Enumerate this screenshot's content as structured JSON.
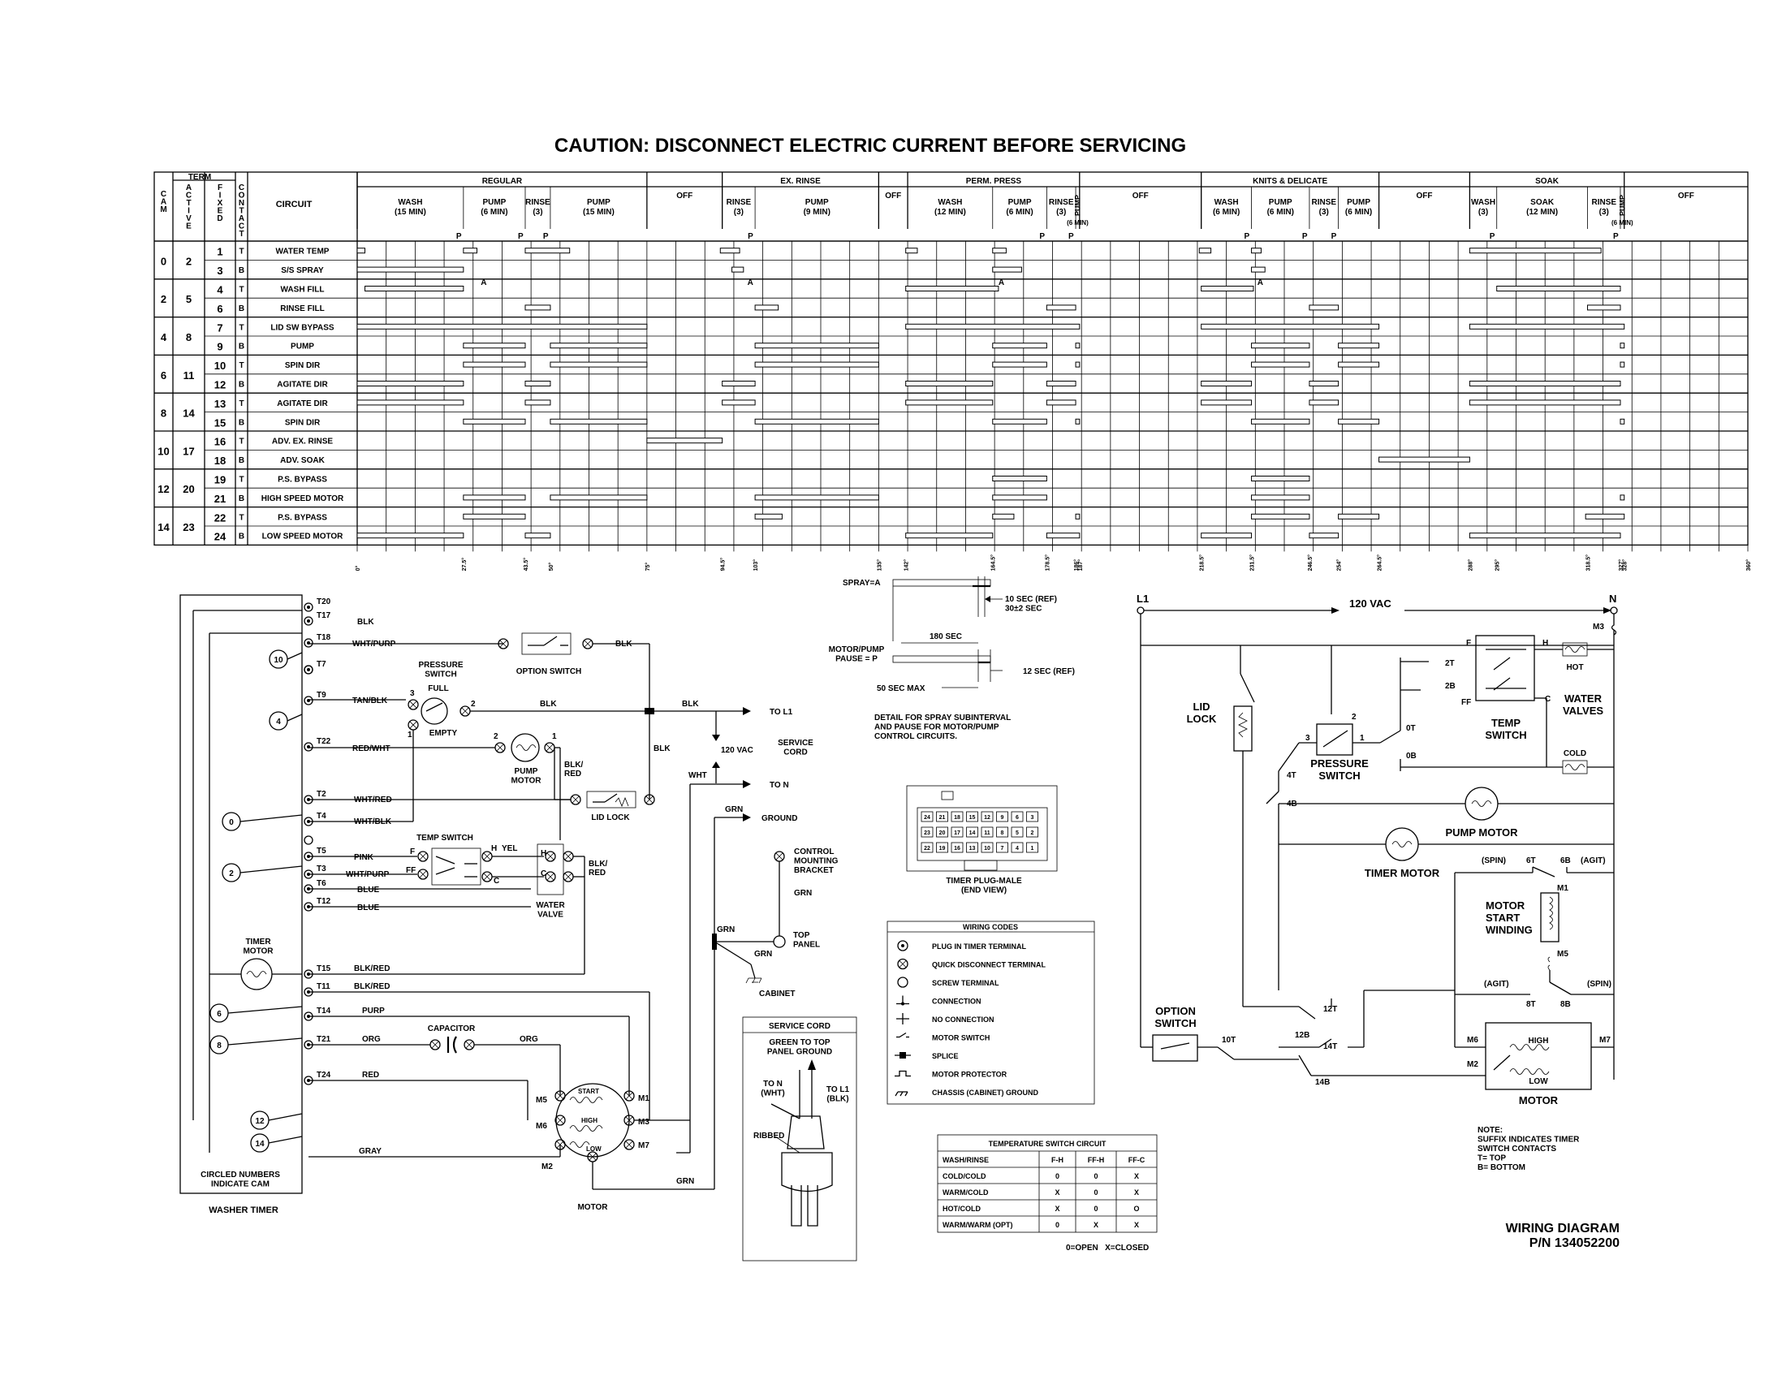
{
  "title": "CAUTION: DISCONNECT ELECTRIC CURRENT BEFORE SERVICING",
  "chart": {
    "hdr": {
      "cam": "CAM",
      "term": "TERM",
      "active": "ACTIVE",
      "fixed": "FIXED",
      "contact": "CONTACT",
      "circuit": "CIRCUIT"
    },
    "cycles": [
      {
        "label": "REGULAR"
      },
      {
        "label": "OFF"
      },
      {
        "label": "EX. RINSE"
      },
      {
        "label": "OFF"
      },
      {
        "label": "PERM. PRESS"
      },
      {
        "label": "OFF"
      },
      {
        "label": "KNITS & DELICATE"
      },
      {
        "label": "OFF"
      },
      {
        "label": "SOAK"
      },
      {
        "label": "OFF"
      }
    ],
    "phases": [
      {
        "l1": "WASH",
        "l2": "(15 MIN)"
      },
      {
        "l1": "PUMP",
        "l2": "(6 MIN)"
      },
      {
        "l1": "RINSE",
        "l2": "(3)"
      },
      {
        "l1": "PUMP",
        "l2": "(15 MIN)"
      },
      {
        "l1": "RINSE",
        "l2": "(3)"
      },
      {
        "l1": "PUMP",
        "l2": "(9 MIN)"
      },
      {
        "l1": "WASH",
        "l2": "(12 MIN)"
      },
      {
        "l1": "PUMP",
        "l2": "(6 MIN)"
      },
      {
        "l1": "RINSE",
        "l2": "(3)"
      },
      {
        "l1": "PUMP",
        "l2": "(6 MIN)"
      },
      {
        "l1": "WASH",
        "l2": "(6 MIN)"
      },
      {
        "l1": "PUMP",
        "l2": "(6 MIN)"
      },
      {
        "l1": "RINSE",
        "l2": "(3)"
      },
      {
        "l1": "PUMP",
        "l2": "(6 MIN)"
      },
      {
        "l1": "WASH",
        "l2": "(3)"
      },
      {
        "l1": "SOAK",
        "l2": "(12 MIN)"
      },
      {
        "l1": "RINSE",
        "l2": "(3)"
      },
      {
        "l1": "PUMP",
        "l2": "(6 MIN)"
      }
    ],
    "p_mark": "P",
    "a_mark": "A",
    "cams": [
      {
        "cam": "0",
        "active": "2"
      },
      {
        "cam": "2",
        "active": "5"
      },
      {
        "cam": "4",
        "active": "8"
      },
      {
        "cam": "6",
        "active": "11"
      },
      {
        "cam": "8",
        "active": "14"
      },
      {
        "cam": "10",
        "active": "17"
      },
      {
        "cam": "12",
        "active": "20"
      },
      {
        "cam": "14",
        "active": "23"
      }
    ],
    "rows": [
      {
        "fixed": "1",
        "contact": "T",
        "circuit": "WATER TEMP"
      },
      {
        "fixed": "3",
        "contact": "B",
        "circuit": "S/S SPRAY"
      },
      {
        "fixed": "4",
        "contact": "T",
        "circuit": "WASH FILL"
      },
      {
        "fixed": "6",
        "contact": "B",
        "circuit": "RINSE FILL"
      },
      {
        "fixed": "7",
        "contact": "T",
        "circuit": "LID SW BYPASS"
      },
      {
        "fixed": "9",
        "contact": "B",
        "circuit": "PUMP"
      },
      {
        "fixed": "10",
        "contact": "T",
        "circuit": "SPIN DIR"
      },
      {
        "fixed": "12",
        "contact": "B",
        "circuit": "AGITATE DIR"
      },
      {
        "fixed": "13",
        "contact": "T",
        "circuit": "AGITATE DIR"
      },
      {
        "fixed": "15",
        "contact": "B",
        "circuit": "SPIN DIR"
      },
      {
        "fixed": "16",
        "contact": "T",
        "circuit": "ADV. EX. RINSE"
      },
      {
        "fixed": "18",
        "contact": "B",
        "circuit": "ADV. SOAK"
      },
      {
        "fixed": "19",
        "contact": "T",
        "circuit": "P.S. BYPASS"
      },
      {
        "fixed": "21",
        "contact": "B",
        "circuit": "HIGH SPEED MOTOR"
      },
      {
        "fixed": "22",
        "contact": "T",
        "circuit": "P.S. BYPASS"
      },
      {
        "fixed": "24",
        "contact": "B",
        "circuit": "LOW SPEED MOTOR"
      }
    ],
    "degree_marks": [
      "0°",
      "27.5°",
      "43.5°",
      "50°",
      "75°",
      "94.5°",
      "103°",
      "135°",
      "142°",
      "164.5°",
      "178.5°",
      "186°",
      "187°",
      "218.5°",
      "231.5°",
      "246.5°",
      "254°",
      "264.5°",
      "288°",
      "295°",
      "318.5°",
      "327°",
      "328°",
      "360°"
    ]
  },
  "timer": {
    "terminals": [
      "T20",
      "T17",
      "T18",
      "T7",
      "T9",
      "T22",
      "T2",
      "T4",
      "T5",
      "T3",
      "T6",
      "T12",
      "T15",
      "T11",
      "T14",
      "T21",
      "T24"
    ],
    "cams": [
      "10",
      "4",
      "0",
      "2",
      "6",
      "8",
      "12",
      "14"
    ],
    "timer_motor": "TIMER\nMOTOR",
    "note": "CIRCLED NUMBERS\nINDICATE CAM",
    "label": "WASHER TIMER"
  },
  "left": {
    "wires": {
      "blk_t17": "BLK",
      "whtpurp_t18": "WHT/PURP",
      "blk_opt": "BLK",
      "tanblk": "TAN/BLK",
      "blk_ps": "BLK",
      "blk_to_l1": "BLK",
      "redwht": "RED/WHT",
      "blk_vert": "BLK",
      "blkred_pump": "BLK/\nRED",
      "wht": "WHT",
      "whtred": "WHT/RED",
      "whtblk": "WHT/BLK",
      "pink": "PINK",
      "whtpurp_t5": "WHT/PURP",
      "blue_t3": "BLUE",
      "blue_t6": "BLUE",
      "yel": "YEL",
      "blkred_wv": "BLK/\nRED",
      "grn1": "GRN",
      "grn2": "GRN",
      "grn3": "GRN",
      "grn4": "GRN",
      "grn5": "GRN",
      "blkred_t12": "BLK/RED",
      "blkred_t15": "BLK/RED",
      "purp": "PURP",
      "org1": "ORG",
      "org2": "ORG",
      "red": "RED",
      "gray": "GRAY"
    },
    "option_switch": "OPTION SWITCH",
    "pressure_switch": "PRESSURE\nSWITCH",
    "full": "FULL",
    "empty": "EMPTY",
    "pump_motor": "PUMP\nMOTOR",
    "lid_lock": "LID LOCK",
    "to_l1": "TO L1",
    "to_n": "TO N",
    "ground": "GROUND",
    "v120": "120 VAC",
    "service_cord": "SERVICE\nCORD",
    "temp_switch": "TEMP SWITCH",
    "water_valve": "WATER\nVALVE",
    "control_bracket": "CONTROL\nMOUNTING\nBRACKET",
    "top_panel": "TOP\nPANEL",
    "cabinet": "CABINET",
    "capacitor": "CAPACITOR",
    "motor": "MOTOR",
    "motor_terms": {
      "m5": "M5",
      "m6": "M6",
      "m1": "M1",
      "m3": "M3",
      "m7": "M7",
      "m2": "M2",
      "start": "START",
      "high": "HIGH",
      "low": "LOW"
    },
    "pin": {
      "p1": "1",
      "p2": "2",
      "p3": "3",
      "pm2": "2",
      "pm1": "1",
      "f": "F",
      "ff": "FF",
      "h": "H",
      "c": "C",
      "wh": "H",
      "wc": "C"
    }
  },
  "detail": {
    "spray": "SPRAY=A",
    "motor_pump": "MOTOR/PUMP\nPAUSE = P",
    "s10": "10 SEC (REF)\n30±2 SEC",
    "s180": "180 SEC",
    "s12": "12 SEC (REF)",
    "s50": "50 SEC MAX",
    "desc": "DETAIL FOR SPRAY SUBINTERVAL\nAND PAUSE FOR MOTOR/PUMP\nCONTROL CIRCUITS.",
    "plug_label": "TIMER PLUG-MALE\n(END VIEW)",
    "plug_pins_top": [
      "24",
      "21",
      "18",
      "15",
      "12",
      "9",
      "6",
      "3"
    ],
    "plug_pins_mid": [
      "23",
      "20",
      "17",
      "14",
      "11",
      "8",
      "5",
      "2"
    ],
    "plug_pins_bot": [
      "22",
      "19",
      "16",
      "13",
      "10",
      "7",
      "4",
      "1"
    ]
  },
  "codes": {
    "title": "WIRING CODES",
    "items": [
      "PLUG IN TIMER TERMINAL",
      "QUICK DISCONNECT TERMINAL",
      "SCREW TERMINAL",
      "CONNECTION",
      "NO CONNECTION",
      "MOTOR SWITCH",
      "SPLICE",
      "MOTOR PROTECTOR",
      "CHASSIS (CABINET) GROUND"
    ]
  },
  "cord": {
    "title": "SERVICE CORD",
    "subtitle": "GREEN TO TOP\nPANEL GROUND",
    "to_n": "TO N\n(WHT)",
    "to_l1": "TO L1\n(BLK)",
    "ribbed": "RIBBED"
  },
  "temp_table": {
    "title": "TEMPERATURE SWITCH CIRCUIT",
    "headers": [
      "WASH/RINSE",
      "F-H",
      "FF-H",
      "FF-C"
    ],
    "rows": [
      [
        "COLD/COLD",
        "0",
        "0",
        "X"
      ],
      [
        "WARM/COLD",
        "X",
        "0",
        "X"
      ],
      [
        "HOT/COLD",
        "X",
        "0",
        "O"
      ],
      [
        "WARM/WARM (OPT)",
        "0",
        "X",
        "X"
      ]
    ],
    "legend": "0=OPEN   X=CLOSED"
  },
  "schematic": {
    "l1": "L1",
    "n": "N",
    "v120": "120 VAC",
    "m3": "M3",
    "lid_lock": "LID\nLOCK",
    "pressure_switch": "PRESSURE\nSWITCH",
    "temp_switch": "TEMP\nSWITCH",
    "hot": "HOT",
    "cold": "COLD",
    "water_valves": "WATER\nVALVES",
    "pump_motor": "PUMP MOTOR",
    "timer_motor": "TIMER MOTOR",
    "motor_start": "MOTOR\nSTART\nWINDING",
    "option_switch": "OPTION\nSWITCH",
    "motor": "MOTOR",
    "high": "HIGH",
    "low": "LOW",
    "contacts": {
      "t2": "2T",
      "b2": "2B",
      "t0": "0T",
      "b0": "0B",
      "t4": "4T",
      "b4": "4B",
      "t6": "6T",
      "b6": "6B",
      "t8": "8T",
      "b8": "8B",
      "t12": "12T",
      "b12": "12B",
      "t14": "14T",
      "b14": "14B",
      "t10": "10T"
    },
    "pins": {
      "ps2": "2",
      "ps3": "3",
      "ps1": "1",
      "f": "F",
      "h": "H",
      "ff": "FF",
      "c": "C",
      "m1": "M1",
      "m5": "M5",
      "m6": "M6",
      "m7": "M7",
      "m2": "M2"
    },
    "spin1": "(SPIN)",
    "agit1": "(AGIT)",
    "agit2": "(AGIT)",
    "spin2": "(SPIN)",
    "note": "NOTE:\nSUFFIX INDICATES TIMER\nSWITCH CONTACTS\nT= TOP\nB= BOTTOM"
  },
  "footer": {
    "title": "WIRING DIAGRAM",
    "pn": "P/N 134052200"
  }
}
